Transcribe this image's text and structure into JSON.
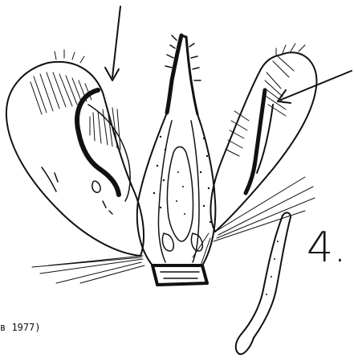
{
  "figure": {
    "label": "4.",
    "caption_fragment": "в 1977)",
    "ink_color": "#111111",
    "paper_color": "#ffffff",
    "arrows": [
      "arrow-left",
      "arrow-right"
    ],
    "subject": "insect-genitalia-line-drawing"
  }
}
